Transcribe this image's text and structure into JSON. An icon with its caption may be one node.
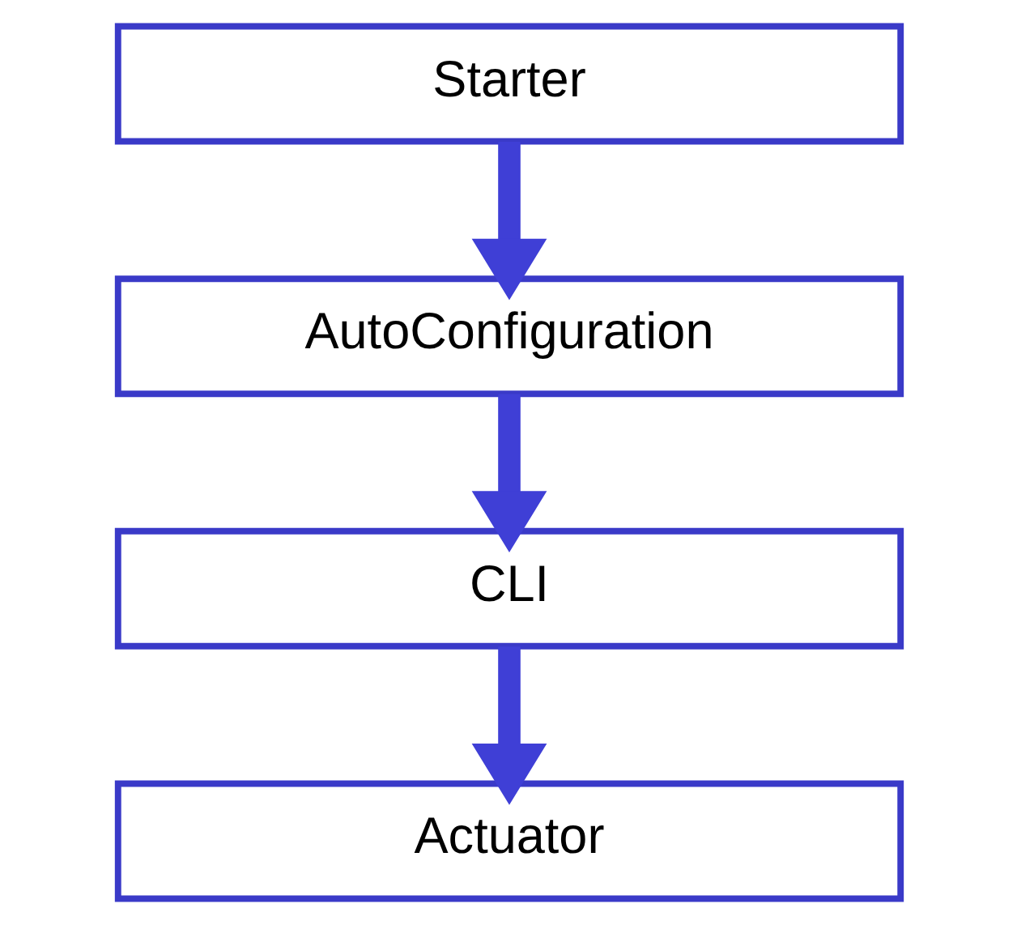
{
  "diagram": {
    "nodes": [
      {
        "text": [
          "Starter"
        ]
      },
      {
        "text": [
          "AutoConfiguration"
        ]
      },
      {
        "text": [
          "CLI"
        ]
      },
      {
        "text": [
          "Actuator"
        ]
      }
    ],
    "edges": [
      {
        "from": 0,
        "to": 1,
        "arrow": "to"
      },
      {
        "from": 1,
        "to": 2,
        "arrow": "to"
      },
      {
        "from": 2,
        "to": 3,
        "arrow": "to"
      }
    ]
  }
}
